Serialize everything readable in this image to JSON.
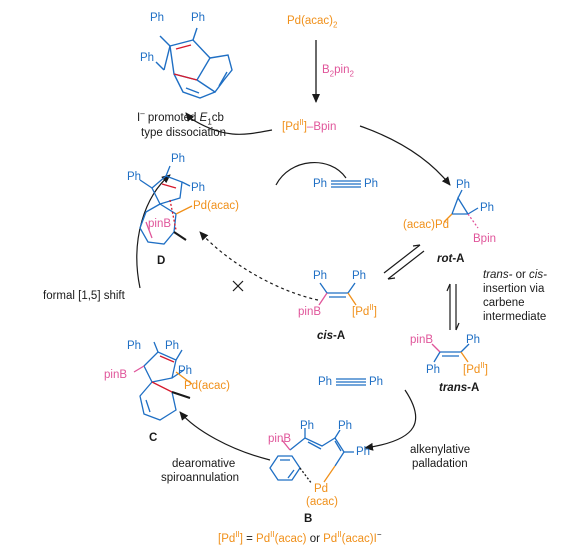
{
  "colors": {
    "black": "#1a1a1a",
    "orange": "#f0901a",
    "blue": "#1f6fc4",
    "pink": "#e0559a",
    "red": "#d6192c"
  },
  "reagents": {
    "pd_source_main": "Pd(acac)",
    "pd_source_sub": "2",
    "b2pin2_main": "B",
    "b2pin2_sub1": "2",
    "b2pin2_mid": "pin",
    "b2pin2_sub2": "2",
    "alkyne_left": "Ph",
    "alkyne_right": "Ph"
  },
  "catalyst": {
    "pd_open": "[Pd",
    "pd_ox": "II",
    "pd_close": "]",
    "bond_boryl": "–Bpin"
  },
  "steps": {
    "dissociation_line1_prefix": "I",
    "dissociation_line1_sup": "–",
    "dissociation_line1_rest": " promoted ",
    "dissociation_line1_italic": "E",
    "dissociation_line1_sub": "1",
    "dissociation_line1_end": "cb",
    "dissociation_line2": "type dissociation",
    "shift": "formal [1,5] shift",
    "dearomative_line1": "dearomative",
    "dearomative_line2": "spiroannulation",
    "alkenylative_line1": "alkenylative",
    "alkenylative_line2": "palladation",
    "insertion_line1_a": "trans-",
    "insertion_line1_b": " or ",
    "insertion_line1_c": "cis-",
    "insertion_line2": "insertion via",
    "insertion_line3": "carbene",
    "insertion_line4": "intermediate"
  },
  "labels": {
    "D": "D",
    "C": "C",
    "B": "B",
    "rotA_prefix": "rot",
    "rotA_suffix": "-A",
    "cisA_prefix": "cis",
    "cisA_suffix": "-A",
    "transA_prefix": "trans",
    "transA_suffix": "-A"
  },
  "atoms": {
    "ph": "Ph",
    "pinB": "pinB",
    "bpin": "Bpin",
    "pd_acac": "Pd(acac)",
    "acac_pd": "(acac)Pd",
    "pd": "Pd",
    "acac_paren": "(acac)"
  },
  "footnote": {
    "lhs_open": "[Pd",
    "lhs_sup": "II",
    "lhs_close": "]",
    "eq": " = ",
    "opt1": "Pd",
    "opt1_sup": "II",
    "opt1_rest": "(acac)",
    "or": " or ",
    "opt2": "Pd",
    "opt2_sup": "II",
    "opt2_rest": "(acac)I",
    "opt2_charge": "−"
  }
}
